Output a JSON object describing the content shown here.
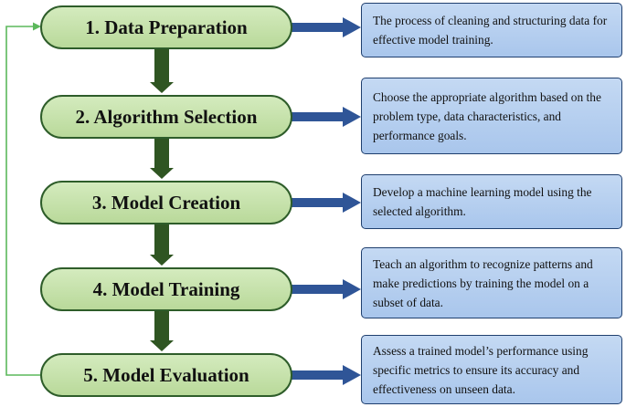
{
  "stages": [
    {
      "label": "1. Data Preparation",
      "description": "The process of cleaning and structuring data for effective model training."
    },
    {
      "label": "2. Algorithm Selection",
      "description": "Choose the appropriate algorithm based on the problem type, data characteristics, and performance goals."
    },
    {
      "label": "3. Model Creation",
      "description": "Develop a machine learning model using the selected algorithm."
    },
    {
      "label": "4. Model Training",
      "description": "Teach an algorithm to recognize patterns and make predictions by training the model on a subset of data."
    },
    {
      "label": "5. Model Evaluation",
      "description": "Assess a trained model’s performance using specific metrics to ensure its accuracy and effectiveness on unseen data."
    }
  ],
  "colors": {
    "stage_fill": "#c7e3ab",
    "stage_border": "#2e5d2a",
    "down_arrow": "#2f5522",
    "side_arrow": "#2f5597",
    "desc_fill": "#b4cdee",
    "feedback_line": "#5cb85c"
  }
}
